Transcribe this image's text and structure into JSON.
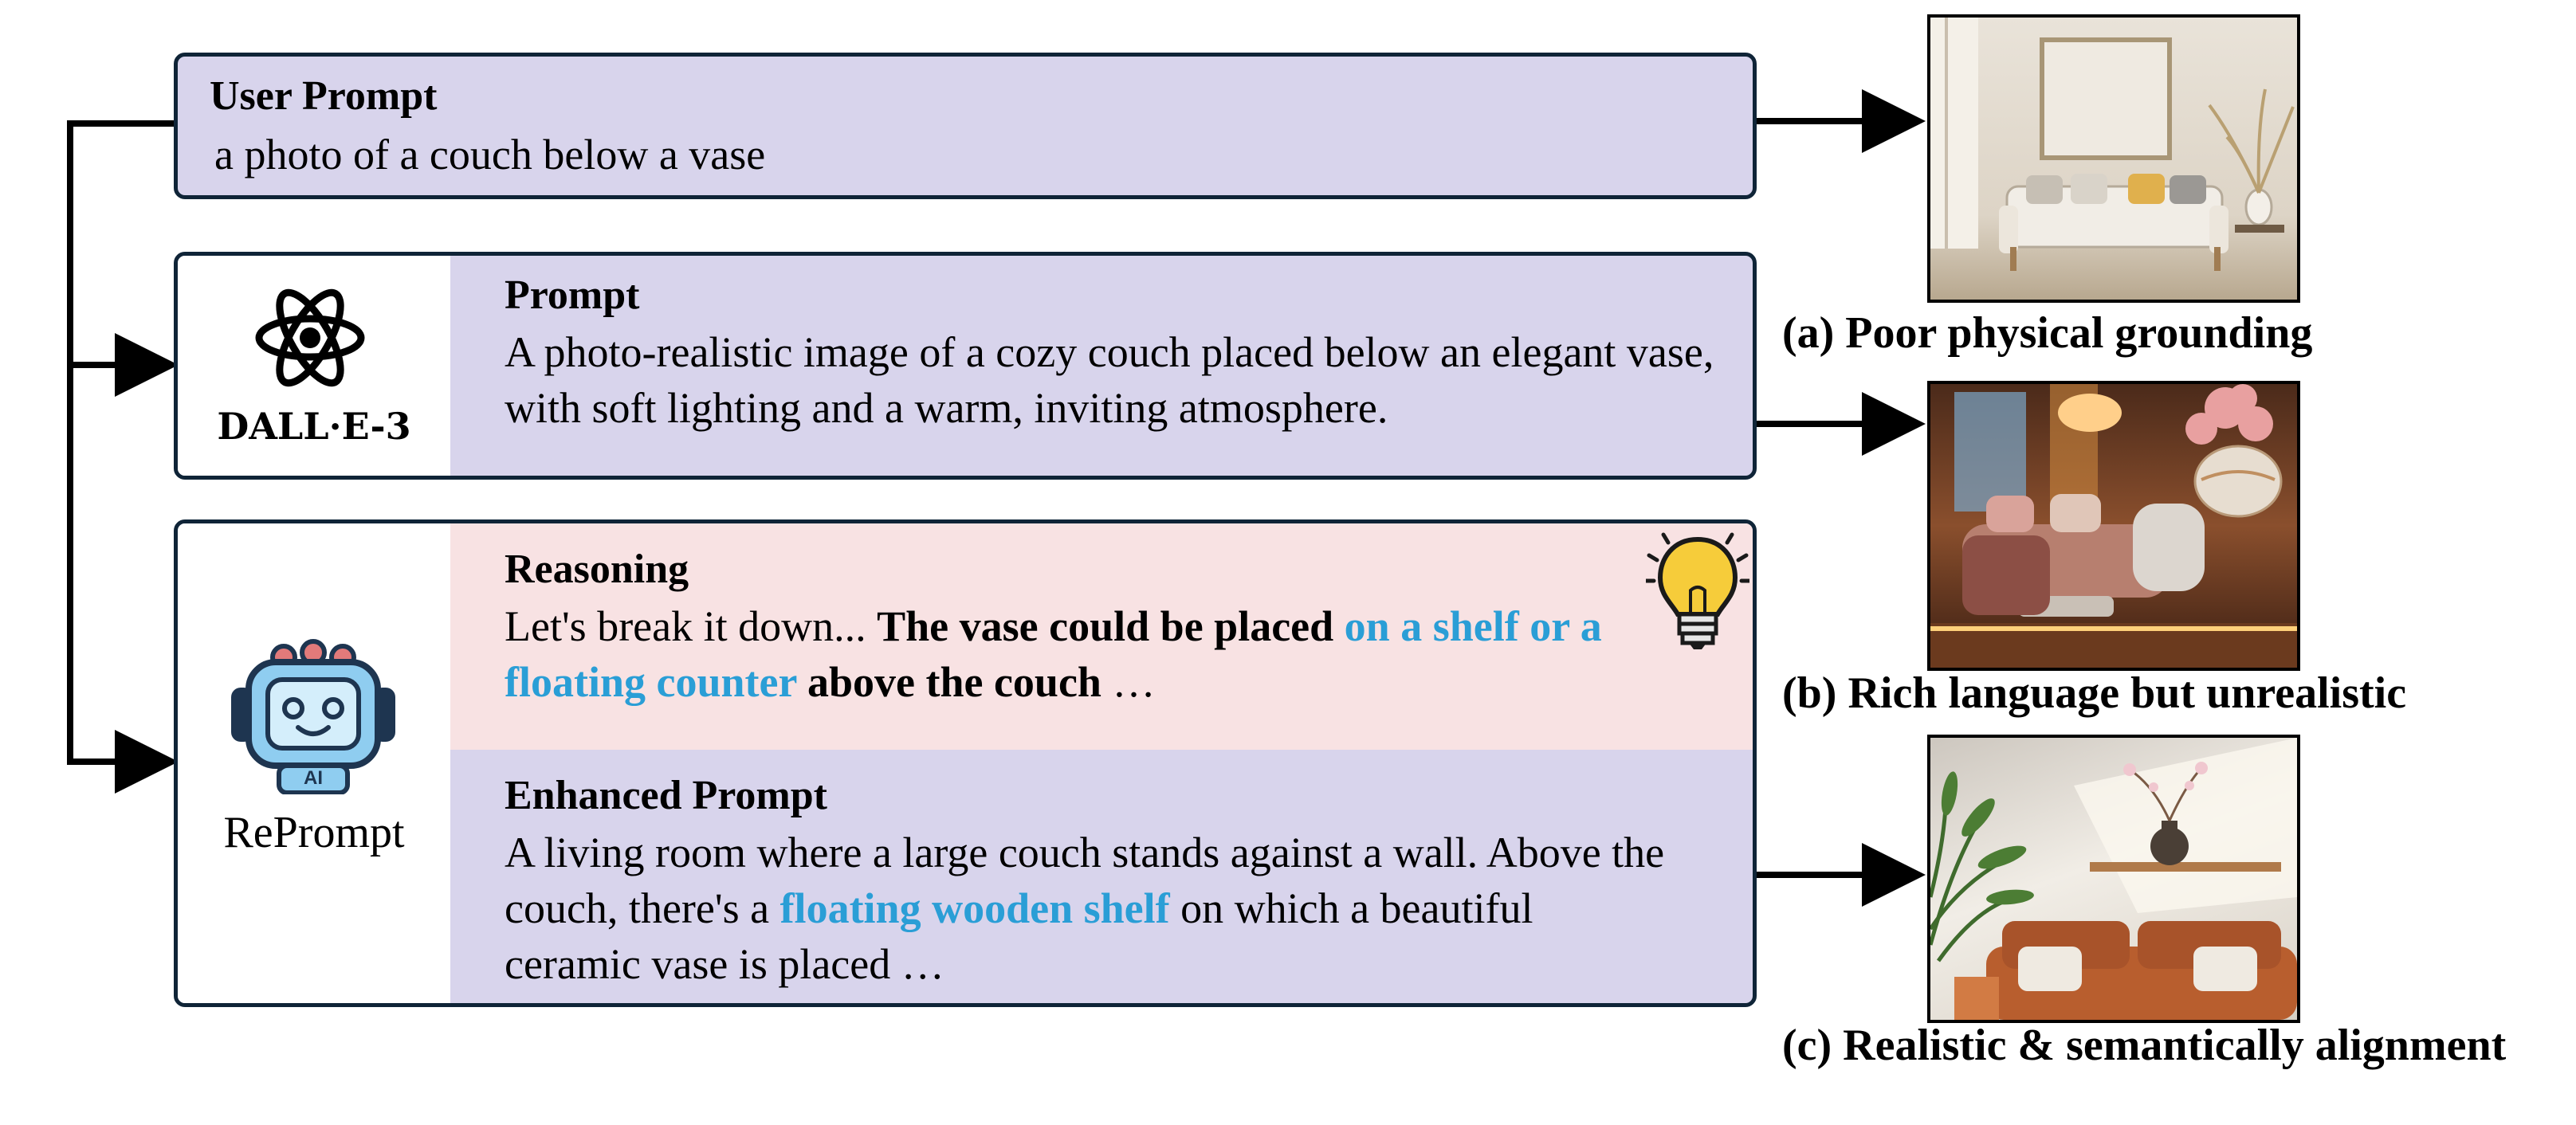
{
  "user_prompt": {
    "title": "User Prompt",
    "text": "a photo of a couch below a vase"
  },
  "dalle": {
    "logo_label": "DALL·E-3",
    "title": "Prompt",
    "text": "A photo-realistic image of a cozy couch placed below an elegant vase, with soft lighting and a warm, inviting atmosphere."
  },
  "reprompt": {
    "logo_label": "RePrompt",
    "robot_badge": "AI",
    "reasoning": {
      "title": "Reasoning",
      "part1": "Let's break it down... ",
      "part2": "The vase could be placed ",
      "part3": "on a shelf or a floating counter",
      "part4": " above the couch",
      "part5": " …"
    },
    "enhanced": {
      "title": "Enhanced Prompt",
      "part1": "A living room where a large couch stands against a wall. Above the couch, there's a ",
      "part2": "floating wooden shelf",
      "part3": " on which a beautiful ceramic vase is placed …"
    }
  },
  "results": [
    {
      "caption": "(a) Poor physical grounding",
      "image": "living room with couch and vase with pampas grass beside it"
    },
    {
      "caption": "(b) Rich language but unrealistic",
      "image": "warm lit living room with couch and a floating vase"
    },
    {
      "caption": "(c) Realistic & semantically alignment",
      "image": "couch below a wooden wall shelf holding a vase"
    }
  ],
  "colors": {
    "lavender": "#d8d4ec",
    "pink": "#f8e2e3",
    "highlight": "#2a9ed6",
    "border": "#0f2437"
  }
}
